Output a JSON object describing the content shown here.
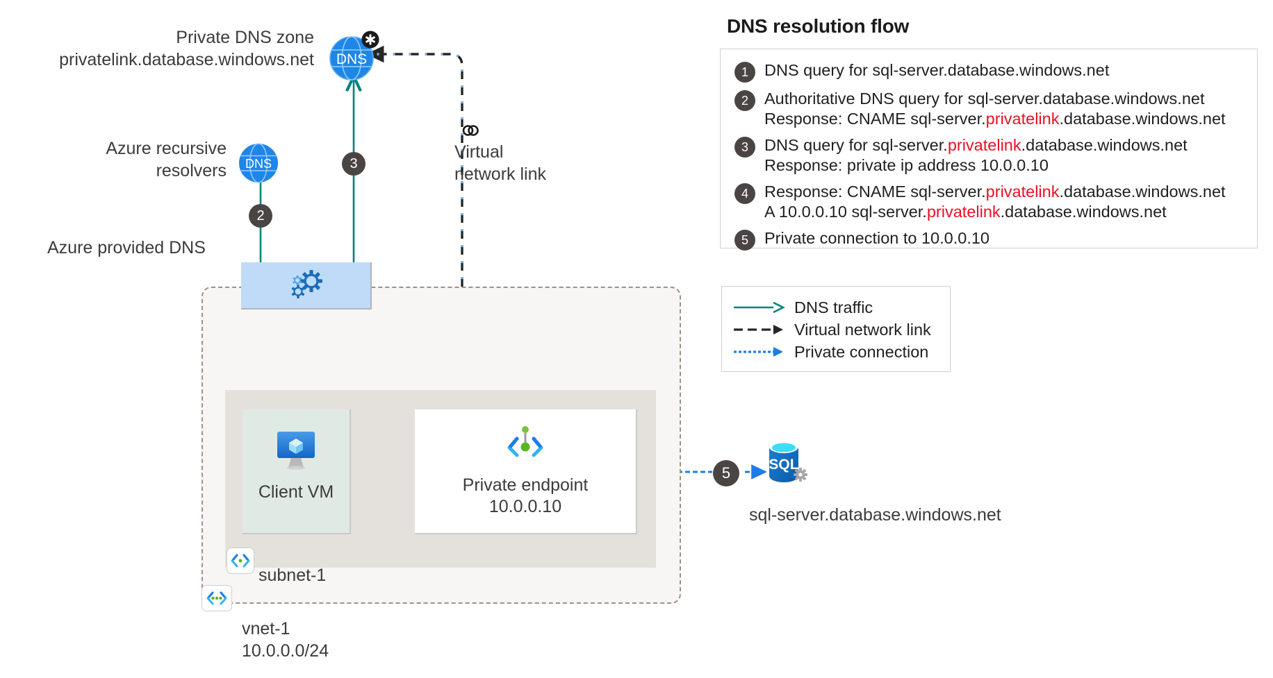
{
  "diagram": {
    "left": {
      "private_dns_zone_label": "Private DNS zone\nprivatelink.database.windows.net",
      "azure_recursive_resolvers_label": "Azure recursive\nresolvers",
      "azure_provided_dns_label": "Azure provided DNS",
      "virtual_network_link_label": "Virtual\nnetwork link",
      "dns_globe_text": "DNS",
      "client_vm_label": "Client VM",
      "private_endpoint_label": "Private endpoint\n10.0.0.10",
      "subnet_label": "subnet-1",
      "vnet_label": "vnet-1\n10.0.0.0/24",
      "sql_server_label": "sql-server.database.windows.net",
      "sql_icon_text": "SQL",
      "step_badges": [
        "1",
        "2",
        "3",
        "4",
        "5"
      ]
    }
  },
  "panel": {
    "flow_title": "DNS resolution flow",
    "steps": [
      {
        "num": "1",
        "lines": [
          [
            {
              "t": "DNS query for sql-server.database.windows.net",
              "red": false
            }
          ]
        ]
      },
      {
        "num": "2",
        "lines": [
          [
            {
              "t": "Authoritative DNS query for sql-server.database.windows.net",
              "red": false
            }
          ],
          [
            {
              "t": "Response: CNAME sql-server.",
              "red": false
            },
            {
              "t": "privatelink",
              "red": true
            },
            {
              "t": ".database.windows.net",
              "red": false
            }
          ]
        ]
      },
      {
        "num": "3",
        "lines": [
          [
            {
              "t": "DNS query for sql-server.",
              "red": false
            },
            {
              "t": "privatelink",
              "red": true
            },
            {
              "t": ".database.windows.net",
              "red": false
            }
          ],
          [
            {
              "t": "Response: private ip address 10.0.0.10",
              "red": false
            }
          ]
        ]
      },
      {
        "num": "4",
        "lines": [
          [
            {
              "t": "Response: CNAME sql-server.",
              "red": false
            },
            {
              "t": "privatelink",
              "red": true
            },
            {
              "t": ".database.windows.net",
              "red": false
            }
          ],
          [
            {
              "t": "A 10.0.0.10 sql-server.",
              "red": false
            },
            {
              "t": "privatelink",
              "red": true
            },
            {
              "t": ".database.windows.net",
              "red": false
            }
          ]
        ]
      },
      {
        "num": "5",
        "lines": [
          [
            {
              "t": "Private connection to 10.0.0.10",
              "red": false
            }
          ]
        ]
      }
    ],
    "legend": [
      {
        "style": "solid",
        "color": "#00827d",
        "label": "DNS traffic"
      },
      {
        "style": "dashed",
        "color": "#262626",
        "label": "Virtual network link"
      },
      {
        "style": "dotted",
        "color": "#1e7ce8",
        "label": "Private connection"
      }
    ]
  },
  "colors": {
    "dns_traffic": "#00827d",
    "virtual_network_link": "#262626",
    "private_connection": "#1e7ce8",
    "privatelink_red": "#e81123",
    "badge": "#4a4543",
    "vnet_fill": "#f7f6f4",
    "subnet_fill": "#e4e1dc",
    "vm_fill": "#dfeae4",
    "dns_settings_fill": "#bfdbf7"
  }
}
